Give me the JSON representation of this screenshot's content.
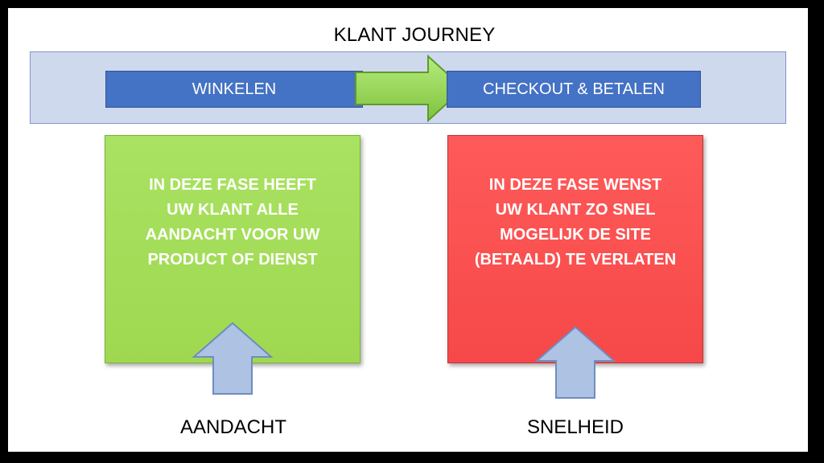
{
  "title": "KLANT JOURNEY",
  "phases": [
    {
      "label": "WINKELEN"
    },
    {
      "label": "CHECKOUT & BETALEN"
    }
  ],
  "boxes": [
    {
      "lines": [
        "IN DEZE FASE HEEFT",
        "UW KLANT ALLE",
        "AANDACHT VOOR UW",
        "PRODUCT OF DIENST"
      ],
      "caption": "AANDACHT",
      "color": "#9fd850"
    },
    {
      "lines": [
        "IN DEZE FASE WENST",
        "UW KLANT ZO SNEL",
        "MOGELIJK DE SITE",
        "(BETAALD) TE VERLATEN"
      ],
      "caption": "SNELHEID",
      "color": "#f64848"
    }
  ],
  "colors": {
    "phase_blue": "#4472c4",
    "band": "#cfd9ee",
    "arrow_green": "#8fd14f",
    "arrow_blue": "#aec3e4"
  }
}
